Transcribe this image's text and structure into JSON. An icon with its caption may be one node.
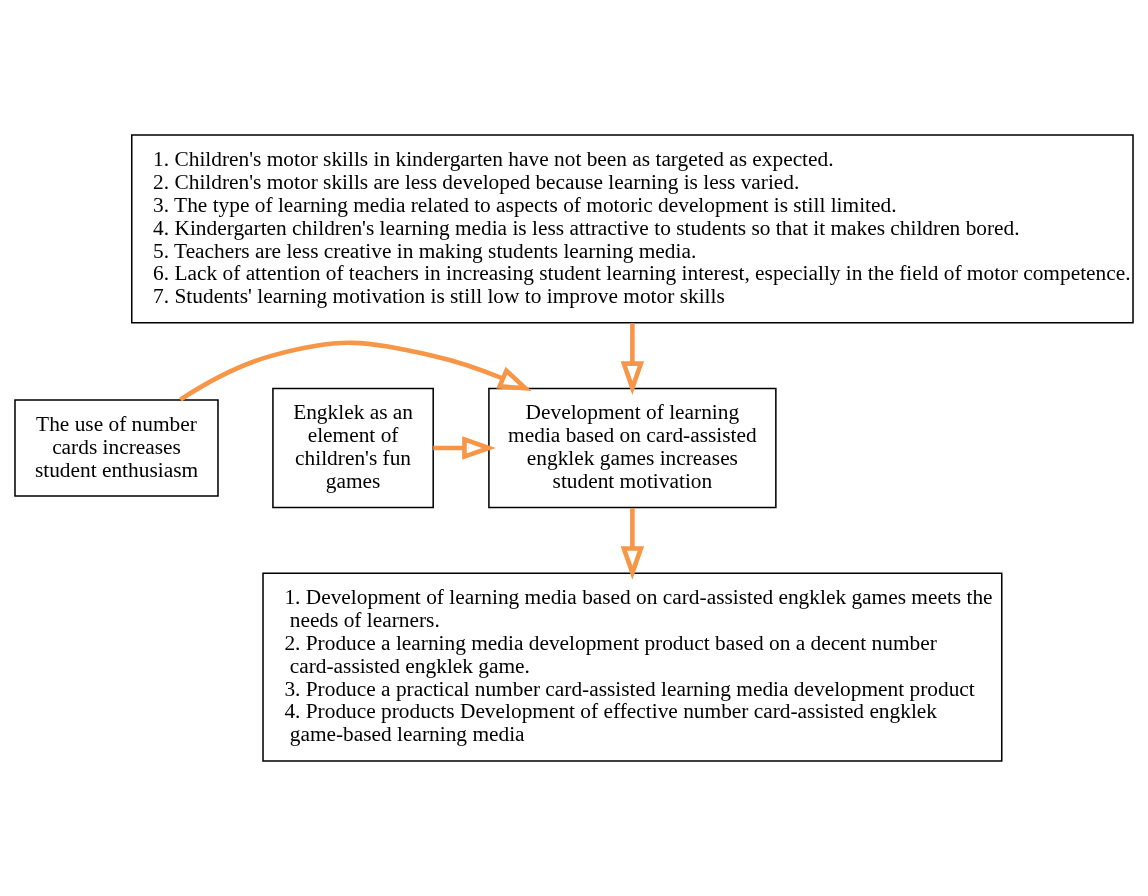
{
  "diagram": {
    "nodes": [
      {
        "text": [
          "1. Children's motor skills in kindergarten have not been as targeted as expected.",
          "2. Children's motor skills are less developed because learning is less varied.",
          "3. The type of learning media related to aspects of motoric development is still limited.",
          "4. Kindergarten children's learning media is less attractive to students so that it makes children bored.",
          "5. Teachers are less creative in making students learning media.",
          "6. Lack of attention of teachers in increasing student learning interest, especially in the field of motor competence.",
          "7. Students' learning motivation is still low to improve motor skills"
        ]
      },
      {
        "text": [
          "The use of number cards increases student enthusiasm"
        ]
      },
      {
        "text": [
          "Development of learning media based on card-assisted engklek games increases student motivation"
        ]
      },
      {
        "text": [
          "Engklek as an element of children's fun games"
        ]
      },
      {
        "text": [
          "1. Development of learning media based on card-assisted engklek games meets the needs of learners.",
          "2. Produce a learning media development product based on a decent number card-assisted engklek game.",
          "3. Produce a practical number card-assisted learning media development product",
          "4. Produce products Development of effective number card-assisted engklek game-based learning media"
        ]
      }
    ],
    "edges": [
      {
        "from": 0,
        "to": 2,
        "arrow": "to"
      },
      {
        "from": 1,
        "to": 2,
        "arrow": "to"
      },
      {
        "from": 3,
        "to": 2,
        "arrow": "to"
      },
      {
        "from": 2,
        "to": 4,
        "arrow": "to"
      }
    ]
  }
}
